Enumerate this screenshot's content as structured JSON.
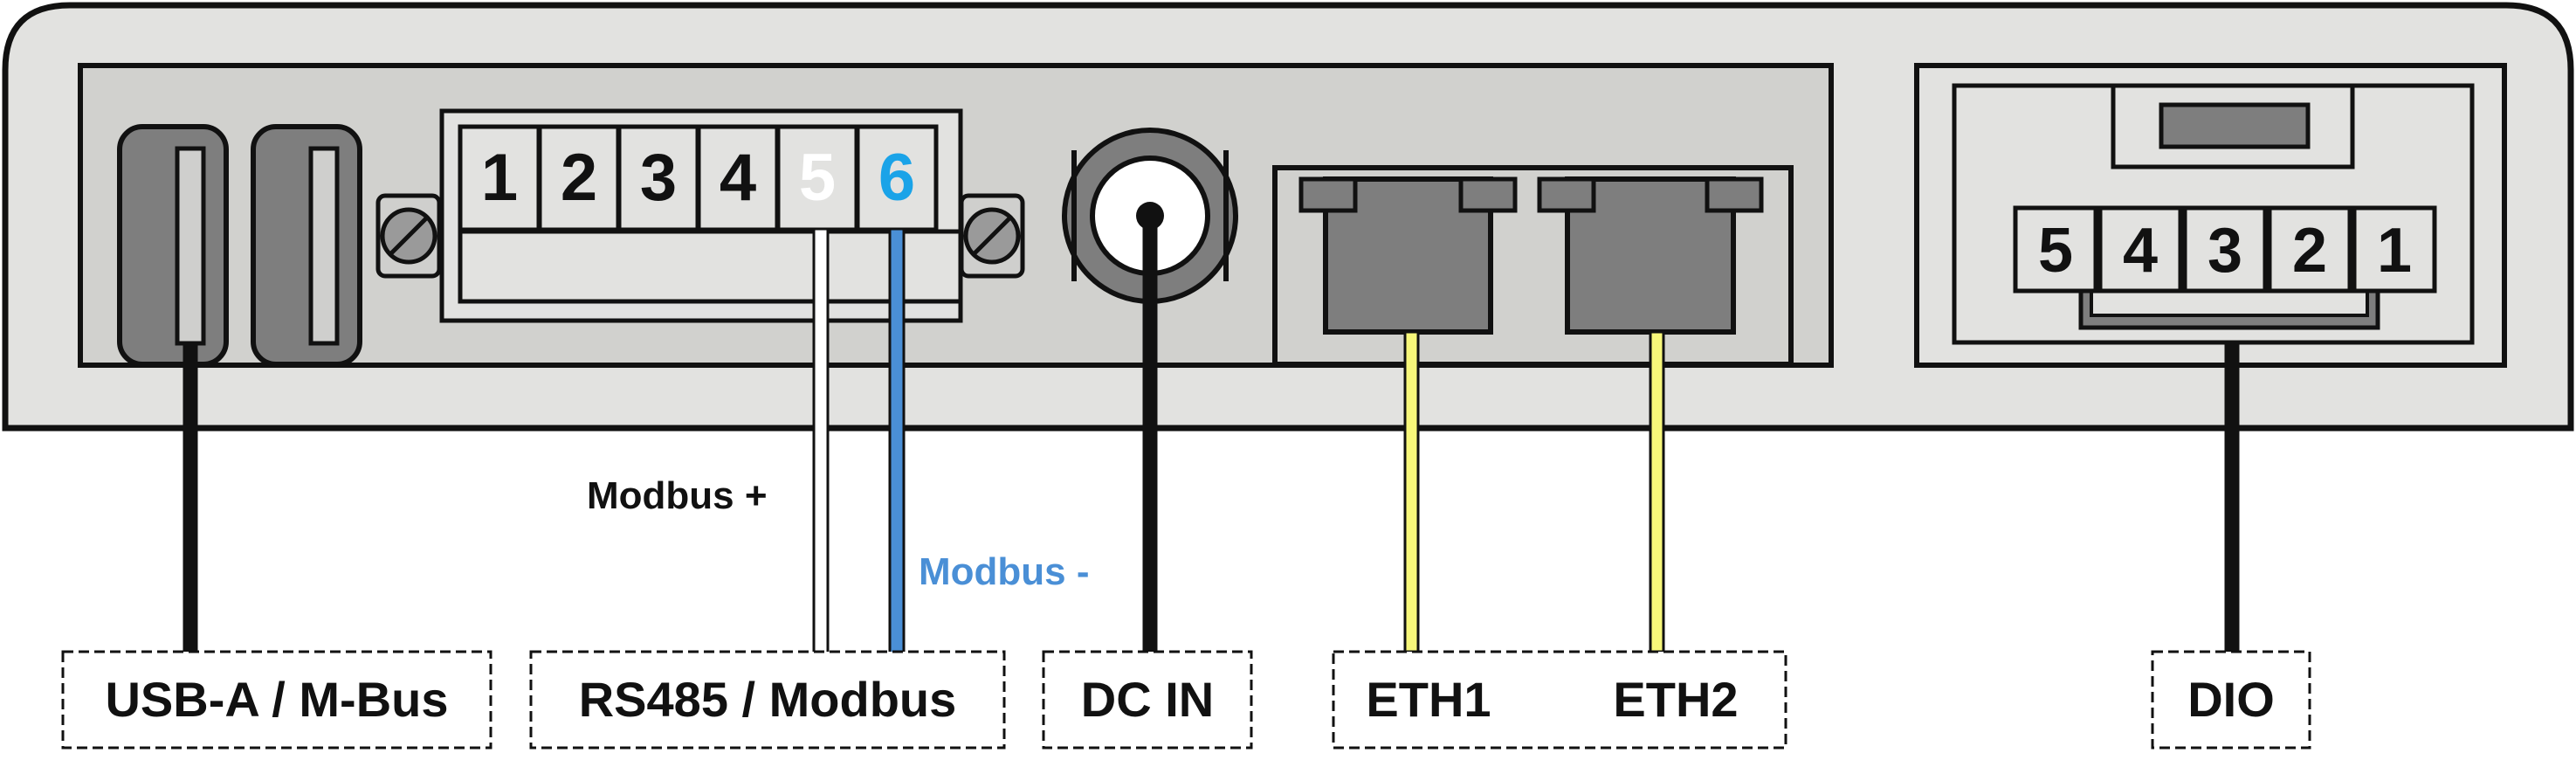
{
  "device": {
    "terminal_pins": [
      "1",
      "2",
      "3",
      "4",
      "5",
      "6"
    ],
    "dio_pins": [
      "5",
      "4",
      "3",
      "2",
      "1"
    ]
  },
  "wires": {
    "modbus_plus": "Modbus +",
    "modbus_minus": "Modbus -"
  },
  "labels": {
    "usb": "USB-A / M-Bus",
    "rs485": "RS485 / Modbus",
    "dc_in": "DC IN",
    "eth1": "ETH1",
    "eth2": "ETH2",
    "dio": "DIO"
  },
  "colors": {
    "housing": "#e2e2e0",
    "panel": "#d1d1ce",
    "port_dark": "#7e7e7e",
    "wire_black": "#111111",
    "wire_white": "#ffffff",
    "wire_blue": "#4a8fd6",
    "wire_yellow": "#f7f77a",
    "pin5_text": "#ffffff",
    "pin6_text": "#1aa3e8",
    "modbus_minus_text": "#4a8fd6"
  }
}
